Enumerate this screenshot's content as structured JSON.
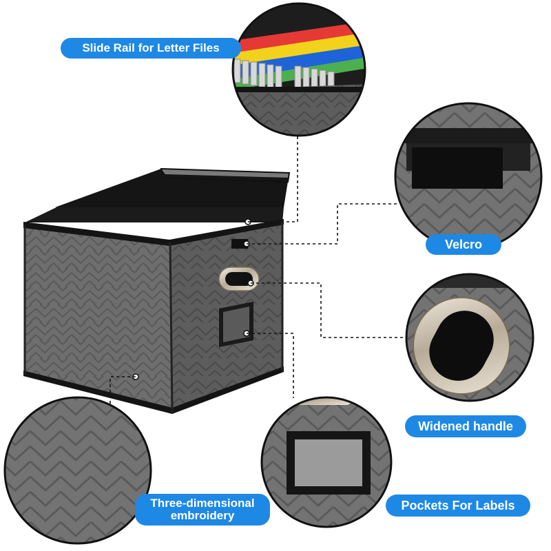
{
  "labels": {
    "slide_rail": "Slide Rail for Letter Files",
    "velcro": "Velcro",
    "widened_handle": "Widened handle",
    "pockets": "Pockets For Labels",
    "embroidery_line1": "Three-dimensional",
    "embroidery_line2": "embroidery"
  },
  "colors": {
    "label_blue": "#1e88e5",
    "fabric_gray": "#6b6b6b",
    "trim_black": "#111111",
    "folder_yellow": "#f2d21c",
    "folder_red": "#e53935",
    "folder_blue": "#1e63d8",
    "folder_green": "#4caf50"
  }
}
